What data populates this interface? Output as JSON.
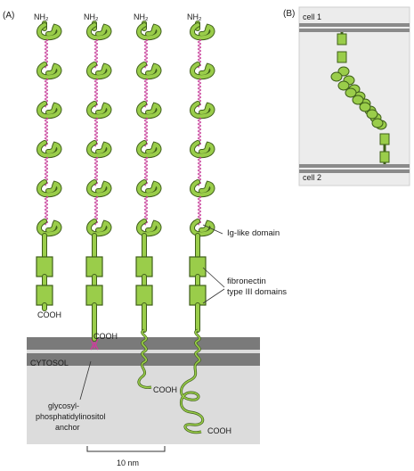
{
  "panel_a": {
    "label": "(A)",
    "n_terminus": "NH₂",
    "c_terminus": "COOH",
    "ig_label": "Ig-like domain",
    "fn_label_line1": "fibronectin",
    "fn_label_line2": "type III domains",
    "cytosol": "CYTOSOL",
    "gpi_line1": "glycosyl-",
    "gpi_line2": "phosphatidylinositol",
    "gpi_line3": "anchor",
    "scale": "10 nm"
  },
  "panel_b": {
    "label": "(B)",
    "cell1": "cell 1",
    "cell2": "cell 2"
  },
  "colors": {
    "domain_fill": "#9acd4a",
    "domain_stroke": "#3f5f1a",
    "linker": "#c8409a",
    "membrane": "#7a7a7a",
    "cytosol_bg": "#dcdcdc"
  }
}
